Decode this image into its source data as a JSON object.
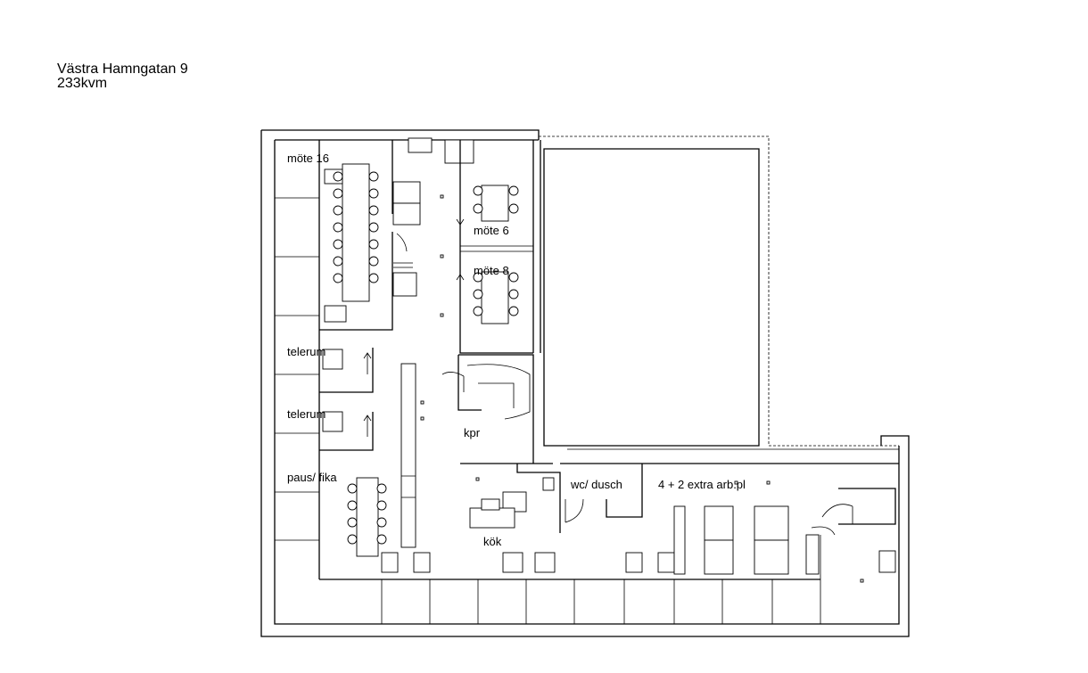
{
  "header": {
    "address": "Västra Hamngatan 9",
    "area": "233kvm"
  },
  "rooms": {
    "mote16": "möte 16",
    "mote6": "möte 6",
    "mote8": "möte 8",
    "telerum1": "telerum",
    "telerum2": "telerum",
    "paus": "paus/ fika",
    "kpr": "kpr",
    "wc": "wc/ dusch",
    "kok": "kök",
    "arb": "4 + 2 extra arb.pl"
  },
  "colors": {
    "line": "#000000",
    "background": "#ffffff"
  }
}
